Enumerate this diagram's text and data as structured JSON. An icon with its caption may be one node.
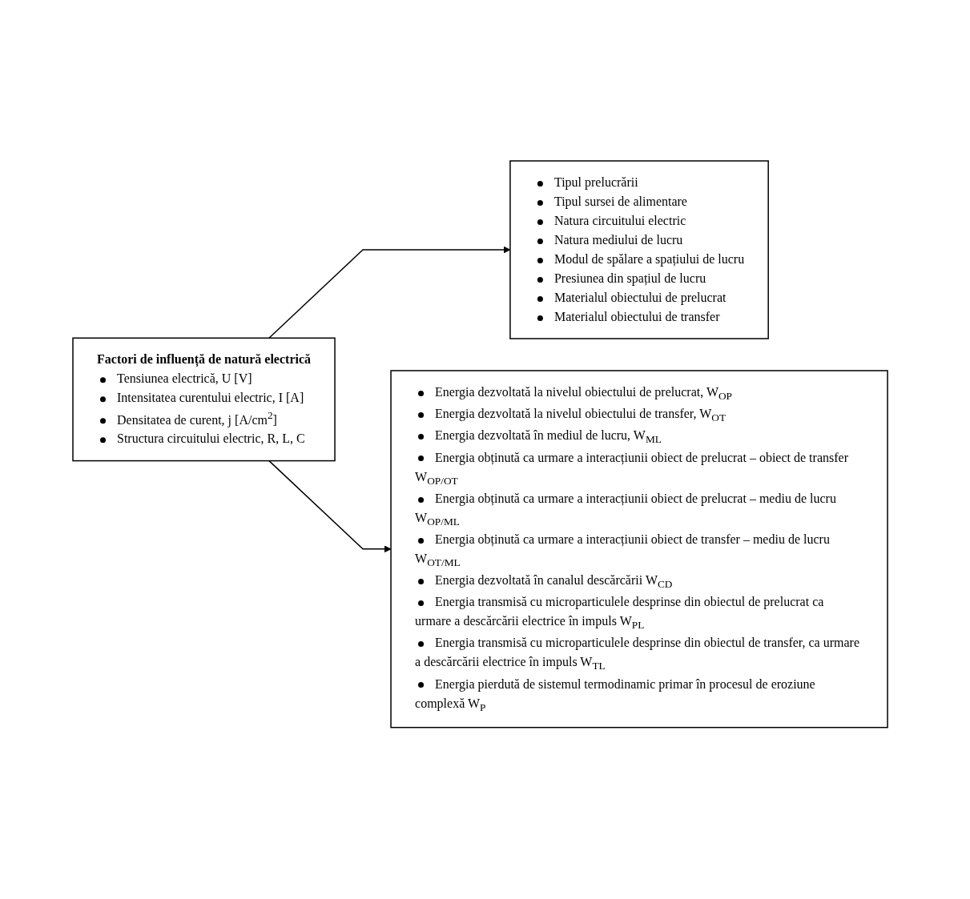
{
  "diagram": {
    "nodes": [
      {
        "text": [
          "Factori de influență de natură electrică",
          "Tensiunea electrică, U [V]",
          "Intensitatea curentului electric, I [A]",
          "Densitatea de curent, j [A/cm$^{2}$]",
          "Structura circuitului electric, R, L, C"
        ]
      },
      {
        "text": [
          "Tipul prelucrării",
          "Tipul sursei de alimentare",
          "Natura circuitului electric",
          "Natura mediului de lucru",
          "Modul de spălare a spațiului de lucru",
          "Presiunea din spațiul de lucru",
          "Materialul obiectului de prelucrat",
          "Materialul obiectului de transfer"
        ]
      },
      {
        "text": [
          "Energia dezvoltată la nivelul obiectului de prelucrat, W$_{OP}$",
          "Energia dezvoltată la nivelul obiectului de transfer, W$_{OT}$",
          "Energia dezvoltată în mediul de lucru, W$_{ML}$",
          "Energia obținută ca urmare a interacțiunii obiect de prelucrat – obiect de transfer W$_{OP/OT}$",
          "Energia obținută ca urmare a interacțiunii obiect de prelucrat – mediu de lucru W$_{OP/ML}$",
          "Energia obținută ca urmare a interacțiunii obiect de transfer – mediu de lucru W$_{OT/ML}$",
          "Energia dezvoltată în canalul descărcării W$_{CD}$",
          "Energia transmisă cu microparticulele desprinse din obiectul de prelucrat ca urmare a descărcării electrice în impuls W$_{PL}$",
          "Energia transmisă cu microparticulele desprinse din obiectul de transfer, ca urmare a descărcării electrice în impuls W$_{TL}$",
          "Energia pierdută de sistemul termodinamic primar în procesul de eroziune complexă W$_{P}$"
        ]
      }
    ],
    "edges": [
      {
        "from": 0,
        "to": 1,
        "arrow": "to"
      },
      {
        "from": 0,
        "to": 2,
        "arrow": "to"
      }
    ]
  }
}
